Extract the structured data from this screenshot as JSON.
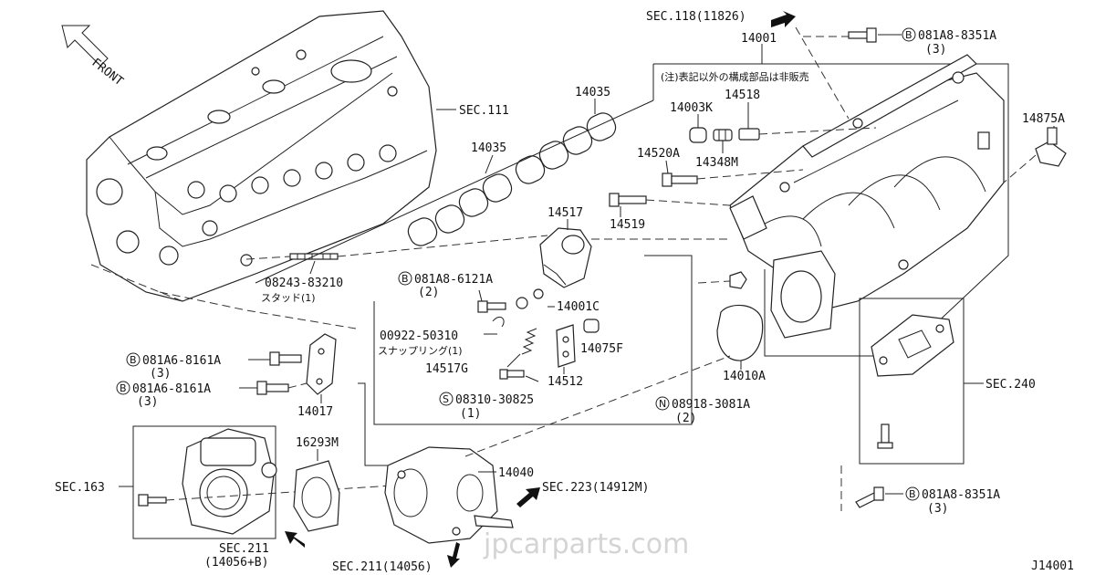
{
  "front_label": "FRONT",
  "callouts": {
    "sec118": "SEC.118(11826)",
    "p14001": "14001",
    "bolt_top": "081A8-8351A",
    "bolt_top_qty": "(3)",
    "note_jp": "(注)表記以外の構成部品は非販売",
    "p14035a": "14035",
    "p14035b": "14035",
    "sec111": "SEC.111",
    "p14518": "14518",
    "p14003k": "14003K",
    "p14348m": "14348M",
    "p14520a": "14520A",
    "p14519": "14519",
    "p14875a": "14875A",
    "p14517": "14517",
    "bolt_6121": "081A8-6121A",
    "bolt_6121_qty": "(2)",
    "stud": "08243-83210",
    "stud_jp": "スタッド(1)",
    "p14001c": "14001C",
    "snap": "00922-50310",
    "snap_jp": "スナップリング(1)",
    "p14075f": "14075F",
    "p14517g": "14517G",
    "p14512": "14512",
    "screw": "08310-30825",
    "screw_qty": "(1)",
    "nut": "08918-3081A",
    "nut_qty": "(2)",
    "p14010a": "14010A",
    "sec240": "SEC.240",
    "bolt_8161a": "081A6-8161A",
    "bolt_8161a_qty": "(3)",
    "bolt_8161b": "081A6-8161A",
    "bolt_8161b_qty": "(3)",
    "p14017": "14017",
    "p16293m": "16293M",
    "p14040": "14040",
    "sec163": "SEC.163",
    "sec223": "SEC.223(14912M)",
    "sec211a": "SEC.211",
    "sec211a_sub": "(14056+B)",
    "sec211b": "SEC.211(14056)",
    "bolt_bottom": "081A8-8351A",
    "bolt_bottom_qty": "(3)",
    "diagram_code": "J14001"
  },
  "circle_marks": {
    "B": "B",
    "S": "S",
    "N": "N"
  },
  "watermark": "jpcarparts.com"
}
